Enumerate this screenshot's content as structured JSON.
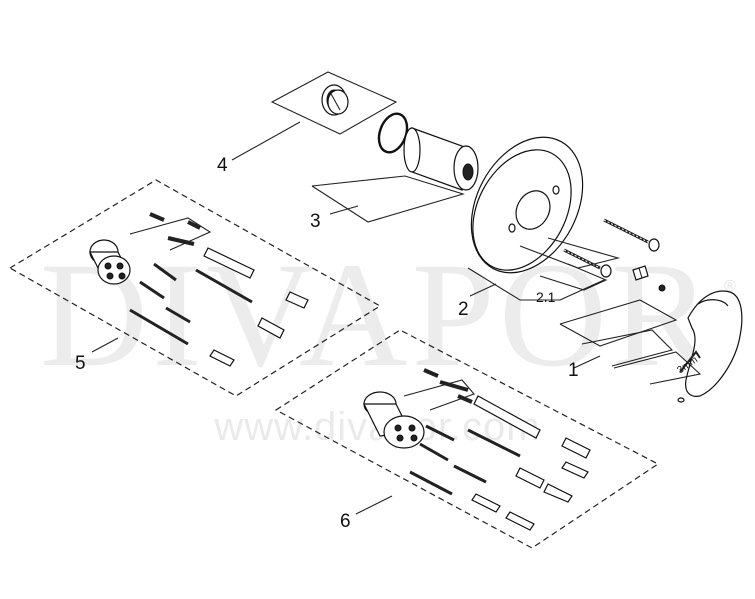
{
  "watermark": {
    "brand": "DIVAPOR",
    "registered": "®",
    "url": "www.divapor.com"
  },
  "callouts": {
    "c1": "1",
    "c2": "2",
    "c21": "2.1",
    "c3": "3",
    "c4": "4",
    "c5": "5",
    "c6": "6"
  },
  "tool_label": "3mm"
}
